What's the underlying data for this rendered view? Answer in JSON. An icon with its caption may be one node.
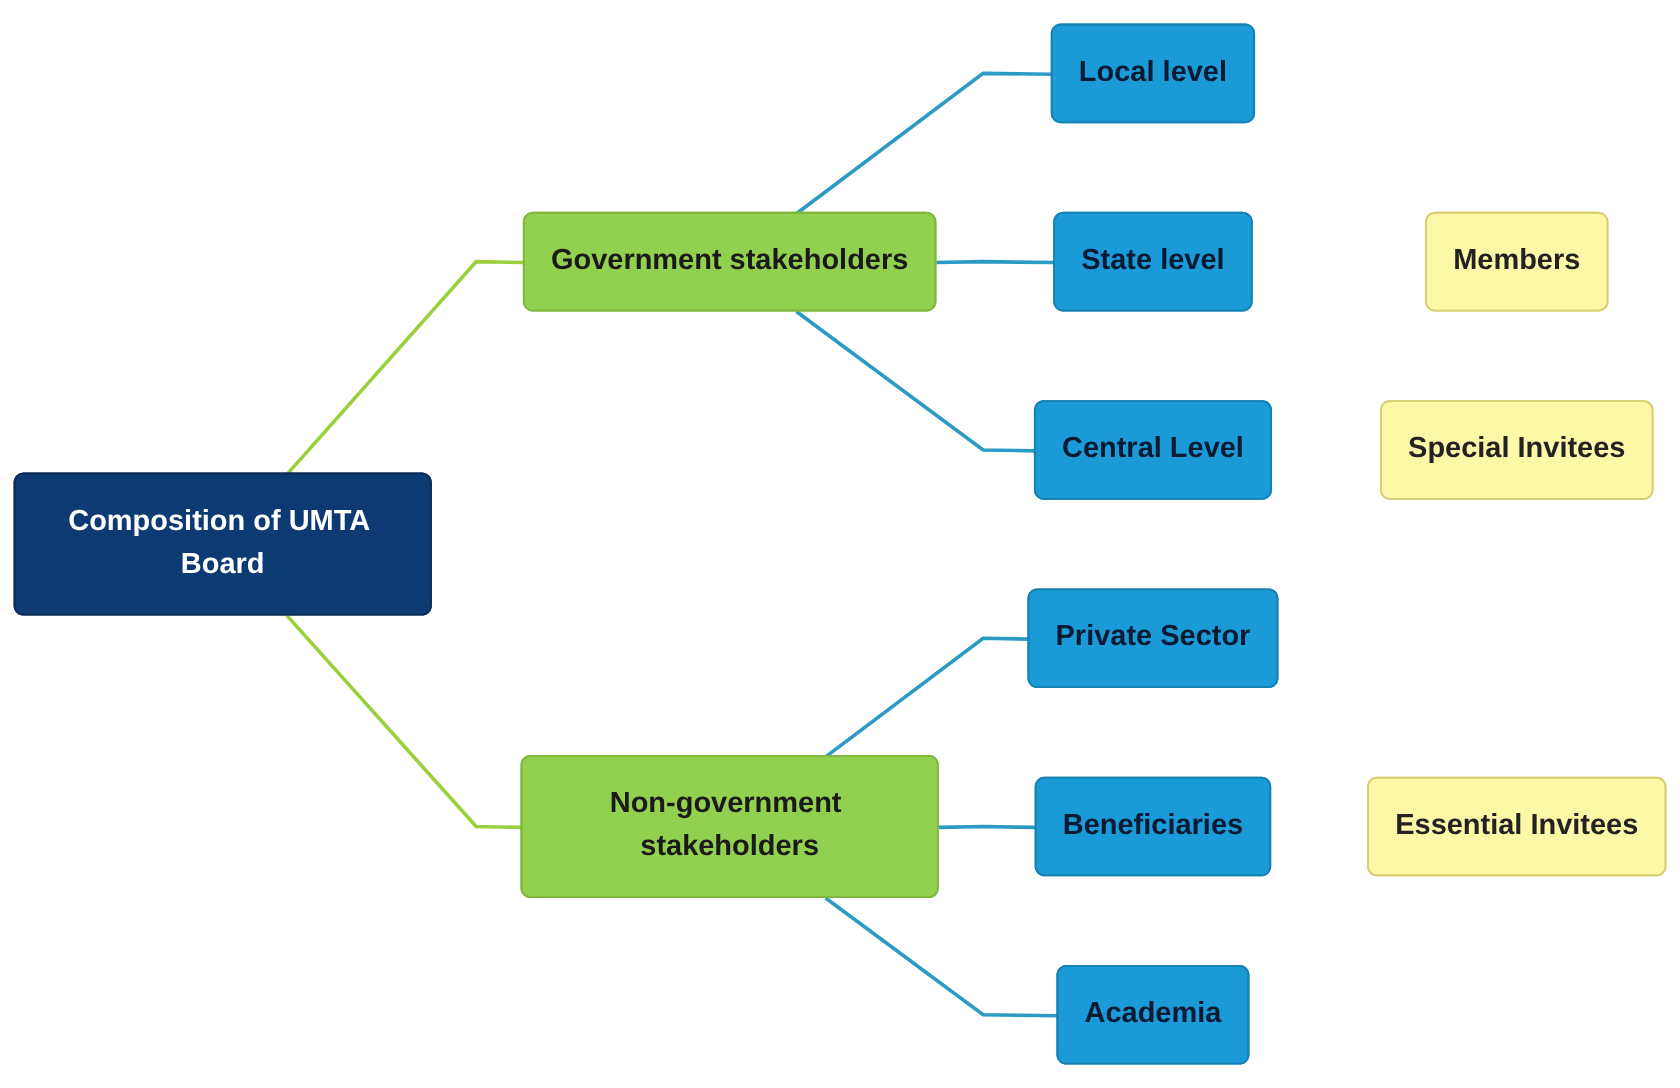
{
  "diagram": {
    "nodes": [
      {
        "text": [
          "Composition of UMTA Board"
        ]
      },
      {
        "text": [
          "Government stakeholders"
        ]
      },
      {
        "text": [
          "Non-government stakeholders"
        ]
      },
      {
        "text": [
          "Local level"
        ]
      },
      {
        "text": [
          "State level"
        ]
      },
      {
        "text": [
          "Central Level"
        ]
      },
      {
        "text": [
          "Private Sector"
        ]
      },
      {
        "text": [
          "Beneficiaries"
        ]
      },
      {
        "text": [
          "Academia"
        ]
      },
      {
        "text": [
          "Members"
        ]
      },
      {
        "text": [
          "Special Invitees"
        ]
      },
      {
        "text": [
          "Essential Invitees"
        ]
      }
    ],
    "edges": [
      {
        "from": 0,
        "to": 1,
        "arrow": "none",
        "color": "#9bcf3c"
      },
      {
        "from": 0,
        "to": 2,
        "arrow": "none",
        "color": "#9bcf3c"
      },
      {
        "from": 1,
        "to": 3,
        "arrow": "none"
      },
      {
        "from": 1,
        "to": 4,
        "arrow": "none"
      },
      {
        "from": 1,
        "to": 5,
        "arrow": "none"
      },
      {
        "from": 2,
        "to": 6,
        "arrow": "none"
      },
      {
        "from": 2,
        "to": 7,
        "arrow": "none"
      },
      {
        "from": 2,
        "to": 8,
        "arrow": "none"
      }
    ]
  }
}
